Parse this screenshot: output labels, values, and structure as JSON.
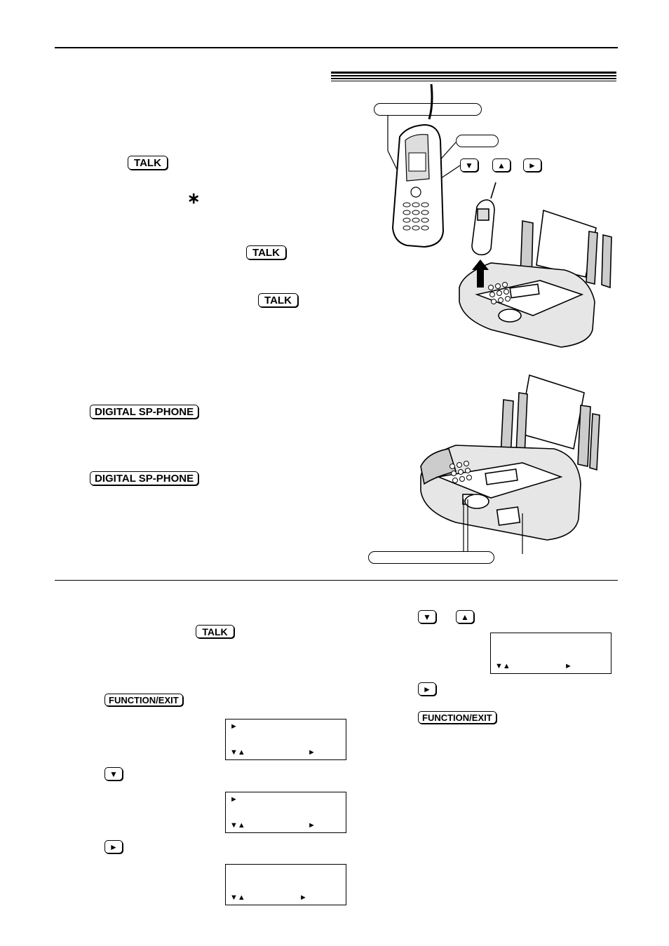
{
  "keys": {
    "talk": "TALK",
    "function_exit": "FUNCTION/EXIT",
    "digital_sp_phone": "DIGITAL SP-PHONE"
  },
  "symbols": {
    "asterisk": "∗",
    "down_arrow": "▼",
    "up_arrow": "▲",
    "right_arrow": "►",
    "lcd_pointer": "►",
    "lcd_updown": "▼▲",
    "lcd_select": "►"
  },
  "icons": {
    "handset": "cordless-handset-illustration",
    "fax_handset_lift": "fax-machine-with-handset-illustration",
    "fax_unit": "fax-machine-illustration"
  }
}
